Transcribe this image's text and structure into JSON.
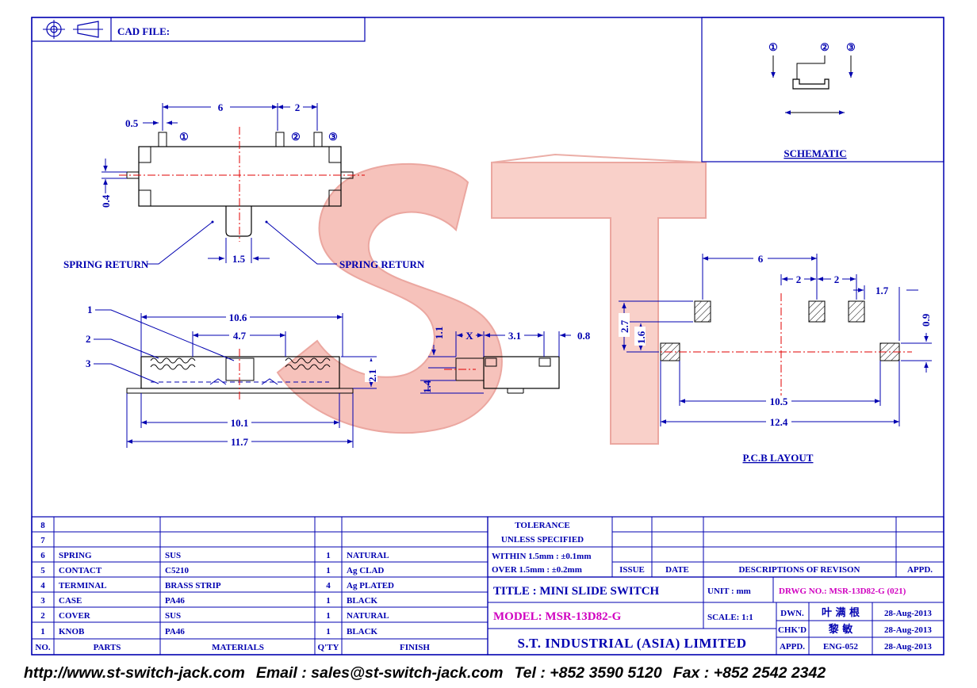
{
  "header": {
    "cad_file_label": "CAD FILE:"
  },
  "watermark": {
    "letters": "ST"
  },
  "side_view": {
    "dims": {
      "pitch_main": "6",
      "pitch_small": "2",
      "pin_width": "0.5",
      "height_small": "0.4",
      "knob_width": "1.5"
    },
    "pins": [
      "①",
      "②",
      "③"
    ],
    "spring_left": "SPRING RETURN",
    "spring_right": "SPRING RETURN"
  },
  "section_view": {
    "dims": {
      "overall_top": "10.6",
      "inner_top": "4.7",
      "height": "2.1",
      "base_inner": "10.1",
      "base_overall": "11.7"
    },
    "callouts": [
      "1",
      "2",
      "3"
    ]
  },
  "end_view": {
    "dims": {
      "travel": "X",
      "width": "3.1",
      "thickness": "0.8",
      "top_gap": "1.1",
      "knob_height": "1.4"
    }
  },
  "schematic": {
    "title": "SCHEMATIC",
    "terminals": [
      "①",
      "②",
      "③"
    ]
  },
  "pcb_layout": {
    "title": "P.C.B LAYOUT",
    "dims": {
      "pitch_main": "6",
      "pitch_a": "2",
      "pitch_b": "2",
      "pad_w": "1.7",
      "pad_h": "0.9",
      "row_gap": "2.7",
      "row_pitch": "1.6",
      "mount_inner": "10.5",
      "mount_outer": "12.4"
    }
  },
  "bom": {
    "rows": [
      {
        "no": "8",
        "part": "",
        "material": "",
        "qty": "",
        "finish": ""
      },
      {
        "no": "7",
        "part": "",
        "material": "",
        "qty": "",
        "finish": ""
      },
      {
        "no": "6",
        "part": "SPRING",
        "material": "SUS",
        "qty": "1",
        "finish": "NATURAL"
      },
      {
        "no": "5",
        "part": "CONTACT",
        "material": "C5210",
        "qty": "1",
        "finish": "Ag CLAD"
      },
      {
        "no": "4",
        "part": "TERMINAL",
        "material": "BRASS STRIP",
        "qty": "4",
        "finish": "Ag PLATED"
      },
      {
        "no": "3",
        "part": "CASE",
        "material": "PA46",
        "qty": "1",
        "finish": "BLACK"
      },
      {
        "no": "2",
        "part": "COVER",
        "material": "SUS",
        "qty": "1",
        "finish": "NATURAL"
      },
      {
        "no": "1",
        "part": "KNOB",
        "material": "PA46",
        "qty": "1",
        "finish": "BLACK"
      }
    ],
    "headers": {
      "no": "NO.",
      "part": "PARTS",
      "material": "MATERIALS",
      "qty": "Q'TY",
      "finish": "FINISH"
    }
  },
  "tolerance": {
    "title": "TOLERANCE",
    "subtitle": "UNLESS SPECIFIED",
    "within": "WITHIN  1.5mm : ±0.1mm",
    "over": "OVER    1.5mm : ±0.2mm"
  },
  "revision": {
    "issue": "ISSUE",
    "date": "DATE",
    "descriptions": "DESCRIPTIONS OF REVISON",
    "appd": "APPD."
  },
  "title_block": {
    "title": "TITLE : MINI SLIDE SWITCH",
    "unit": "UNIT :  mm",
    "drwg_no": "DRWG NO.: MSR-13D82-G (021)",
    "model": "MODEL: MSR-13D82-G",
    "scale": "SCALE:  1:1",
    "dwn_label": "DWN.",
    "dwn_name": "叶 满 根",
    "dwn_date": "28-Aug-2013",
    "chkd_label": "CHK'D",
    "chkd_name": "黎 敏",
    "chkd_date": "28-Aug-2013",
    "appd_label": "APPD.",
    "appd_name": "ENG-052",
    "appd_date": "28-Aug-2013",
    "company": "S.T.  INDUSTRIAL  (ASIA)  LIMITED"
  },
  "footer": {
    "url": "http://www.st-switch-jack.com",
    "email": "Email : sales@st-switch-jack.com",
    "tel": "Tel : +852 3590 5120",
    "fax": "Fax : +852 2542 2342"
  },
  "colors": {
    "line": "#0000b0",
    "centerline": "#e00000",
    "watermark": "#f2a8a0",
    "magenta": "#d000c0"
  }
}
